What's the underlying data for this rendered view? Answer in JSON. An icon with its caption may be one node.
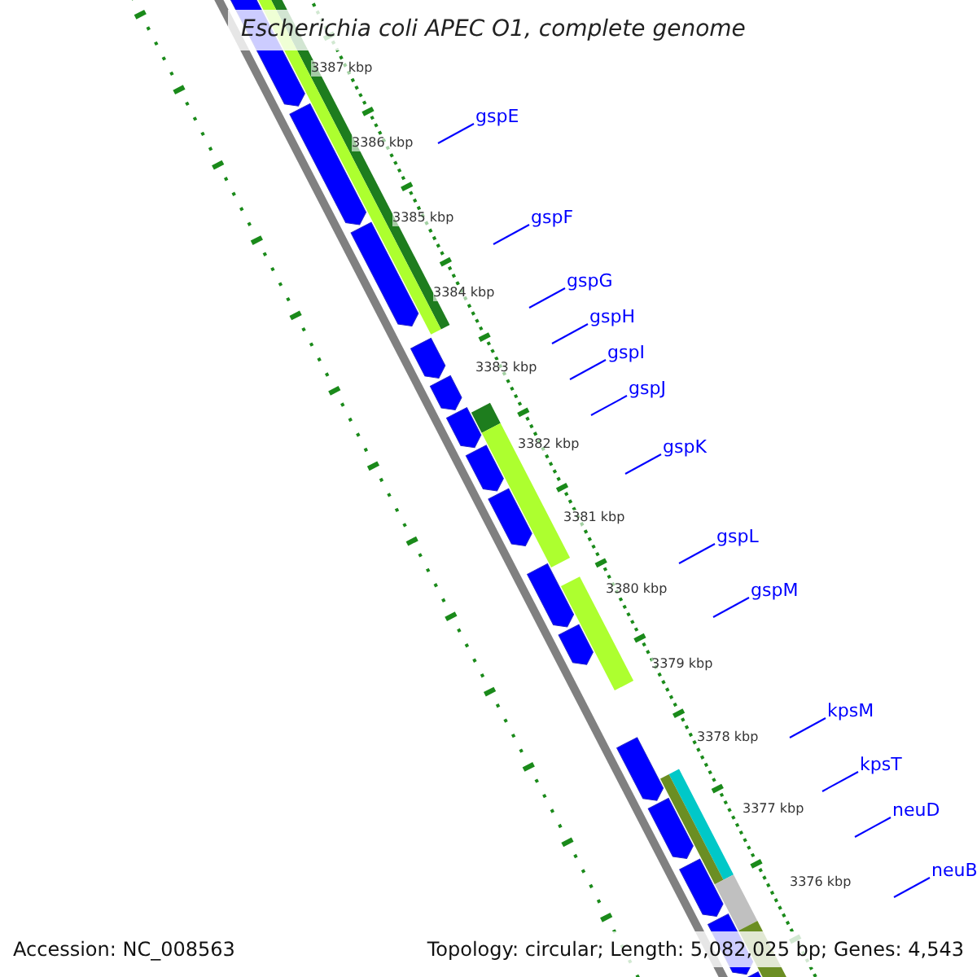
{
  "diagram": {
    "title": "Escherichia coli APEC O1, complete genome",
    "nodes": [
      {
        "text": [
          "gspE"
        ]
      },
      {
        "text": [
          "gspF"
        ]
      },
      {
        "text": [
          "gspG"
        ]
      },
      {
        "text": [
          "gspH"
        ]
      },
      {
        "text": [
          "gspI"
        ]
      },
      {
        "text": [
          "gspJ"
        ]
      },
      {
        "text": [
          "gspK"
        ]
      },
      {
        "text": [
          "gspL"
        ]
      },
      {
        "text": [
          "gspM"
        ]
      },
      {
        "text": [
          "kpsM"
        ]
      },
      {
        "text": [
          "kpsT"
        ]
      },
      {
        "text": [
          "neuD"
        ]
      },
      {
        "text": [
          "neuB"
        ]
      }
    ],
    "edges": [
      {
        "from": 0,
        "to": null,
        "arrow": "none"
      },
      {
        "from": 1,
        "to": null,
        "arrow": "none"
      },
      {
        "from": 2,
        "to": null,
        "arrow": "none"
      },
      {
        "from": 3,
        "to": null,
        "arrow": "none"
      },
      {
        "from": 4,
        "to": null,
        "arrow": "none"
      },
      {
        "from": 5,
        "to": null,
        "arrow": "none"
      },
      {
        "from": 6,
        "to": null,
        "arrow": "none"
      },
      {
        "from": 7,
        "to": null,
        "arrow": "none"
      },
      {
        "from": 8,
        "to": null,
        "arrow": "none"
      },
      {
        "from": 9,
        "to": null,
        "arrow": "none"
      },
      {
        "from": 10,
        "to": null,
        "arrow": "none"
      },
      {
        "from": 11,
        "to": null,
        "arrow": "none"
      },
      {
        "from": 12,
        "to": null,
        "arrow": "none"
      }
    ],
    "labels": [
      "3387 kbp",
      "3386 kbp",
      "3385 kbp",
      "3384 kbp",
      "3383 kbp",
      "3382 kbp",
      "3381 kbp",
      "3380 kbp",
      "3379 kbp",
      "3378 kbp",
      "3377 kbp",
      "3376 kbp",
      "Accession: NC_008563",
      "Topology: circular; Length: 5,082,025 bp; Genes: 4,543"
    ]
  }
}
